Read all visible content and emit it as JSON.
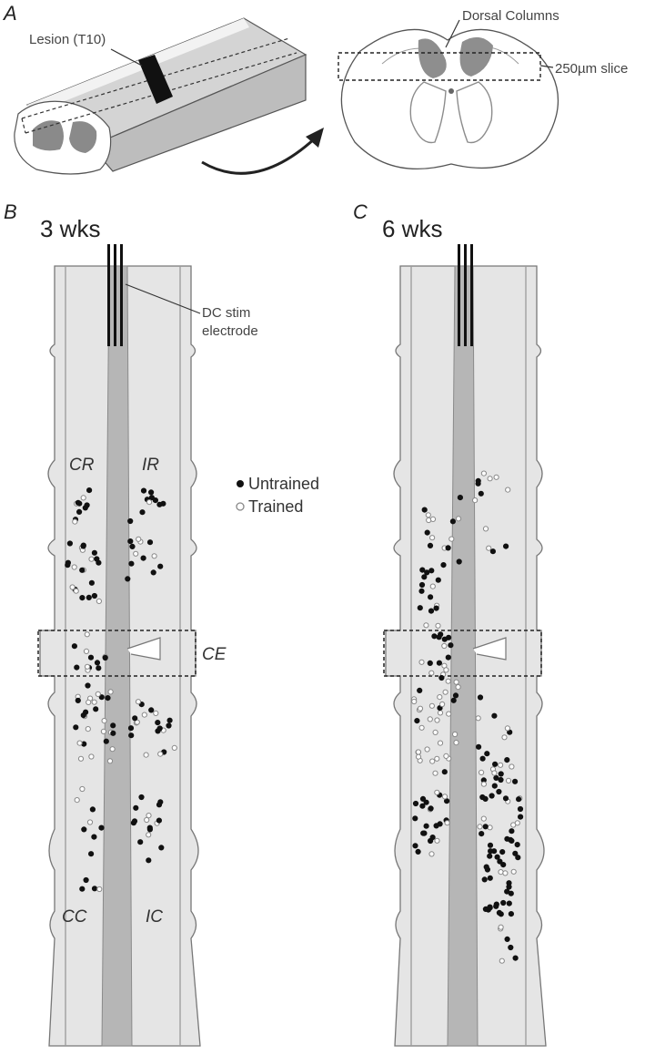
{
  "panel_a": {
    "letter": "A",
    "lesion_label": "Lesion (T10)",
    "dorsal_columns_label": "Dorsal Columns",
    "slice_label": "250µm slice"
  },
  "panel_b": {
    "letter": "B",
    "time_label": "3 wks",
    "electrode_label_line1": "DC stim",
    "electrode_label_line2": "electrode",
    "regions": {
      "cr": "CR",
      "ir": "IR",
      "ce": "CE",
      "cc": "CC",
      "ic": "IC"
    }
  },
  "panel_c": {
    "letter": "C",
    "time_label": "6 wks"
  },
  "legend": {
    "untrained": "Untrained",
    "trained": "Trained",
    "untrained_color": "#111111",
    "trained_color": "#888888"
  },
  "colors": {
    "tissue": "#e4e4e4",
    "tissue_edge": "#777777",
    "midline": "#b4b4b4",
    "grey_matter": "#8a8a8a"
  }
}
